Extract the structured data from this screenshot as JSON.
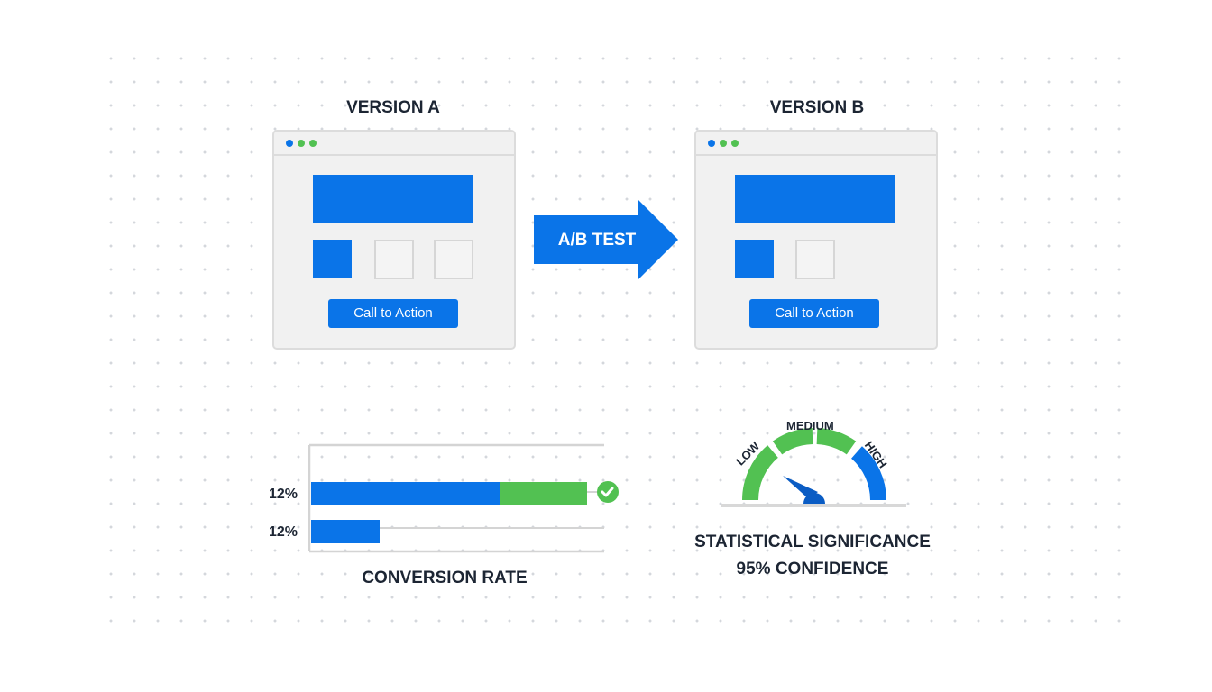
{
  "version_a": {
    "title": "VERSION A",
    "cta": "Call to Action"
  },
  "version_b": {
    "title": "VERSION B",
    "cta": "Call to Action"
  },
  "arrow": {
    "label": "A/B TEST"
  },
  "conversion": {
    "title": "CONVERSION RATE",
    "bars": [
      {
        "label": "12%",
        "base_fraction": 0.68,
        "lift_fraction": 0.32,
        "winner": true
      },
      {
        "label": "12%",
        "base_fraction": 0.25,
        "winner": false
      }
    ]
  },
  "gauge": {
    "labels": {
      "low": "LOW",
      "medium": "MEDIUM",
      "high": "HIGH"
    },
    "title": "STATISTICAL SIGNIFICANCE",
    "subtitle": "95% CONFIDENCE"
  },
  "colors": {
    "blue": "#0a74e8",
    "green": "#52c152",
    "text": "#1c2533"
  }
}
